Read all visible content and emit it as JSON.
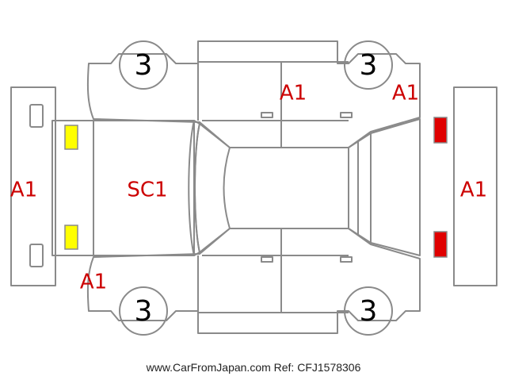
{
  "diagram": {
    "wheel_labels": {
      "front_left": "3",
      "front_right": "3",
      "rear_left": "3",
      "rear_right": "3"
    },
    "damage_labels": {
      "roof_area": "SC1",
      "front_bumper": "A1",
      "rear_bumper": "A1",
      "upper_door": "A1",
      "upper_rear_fender": "A1",
      "lower_front_fender": "A1"
    },
    "colors": {
      "outline": "#8a8a8a",
      "label": "#cc0000",
      "headlight": "#ffff00",
      "taillight": "#e00000",
      "wheel_text": "#000000"
    }
  },
  "footer": {
    "watermark": "www.CarFromJapan.com Ref: CFJ1578306"
  }
}
